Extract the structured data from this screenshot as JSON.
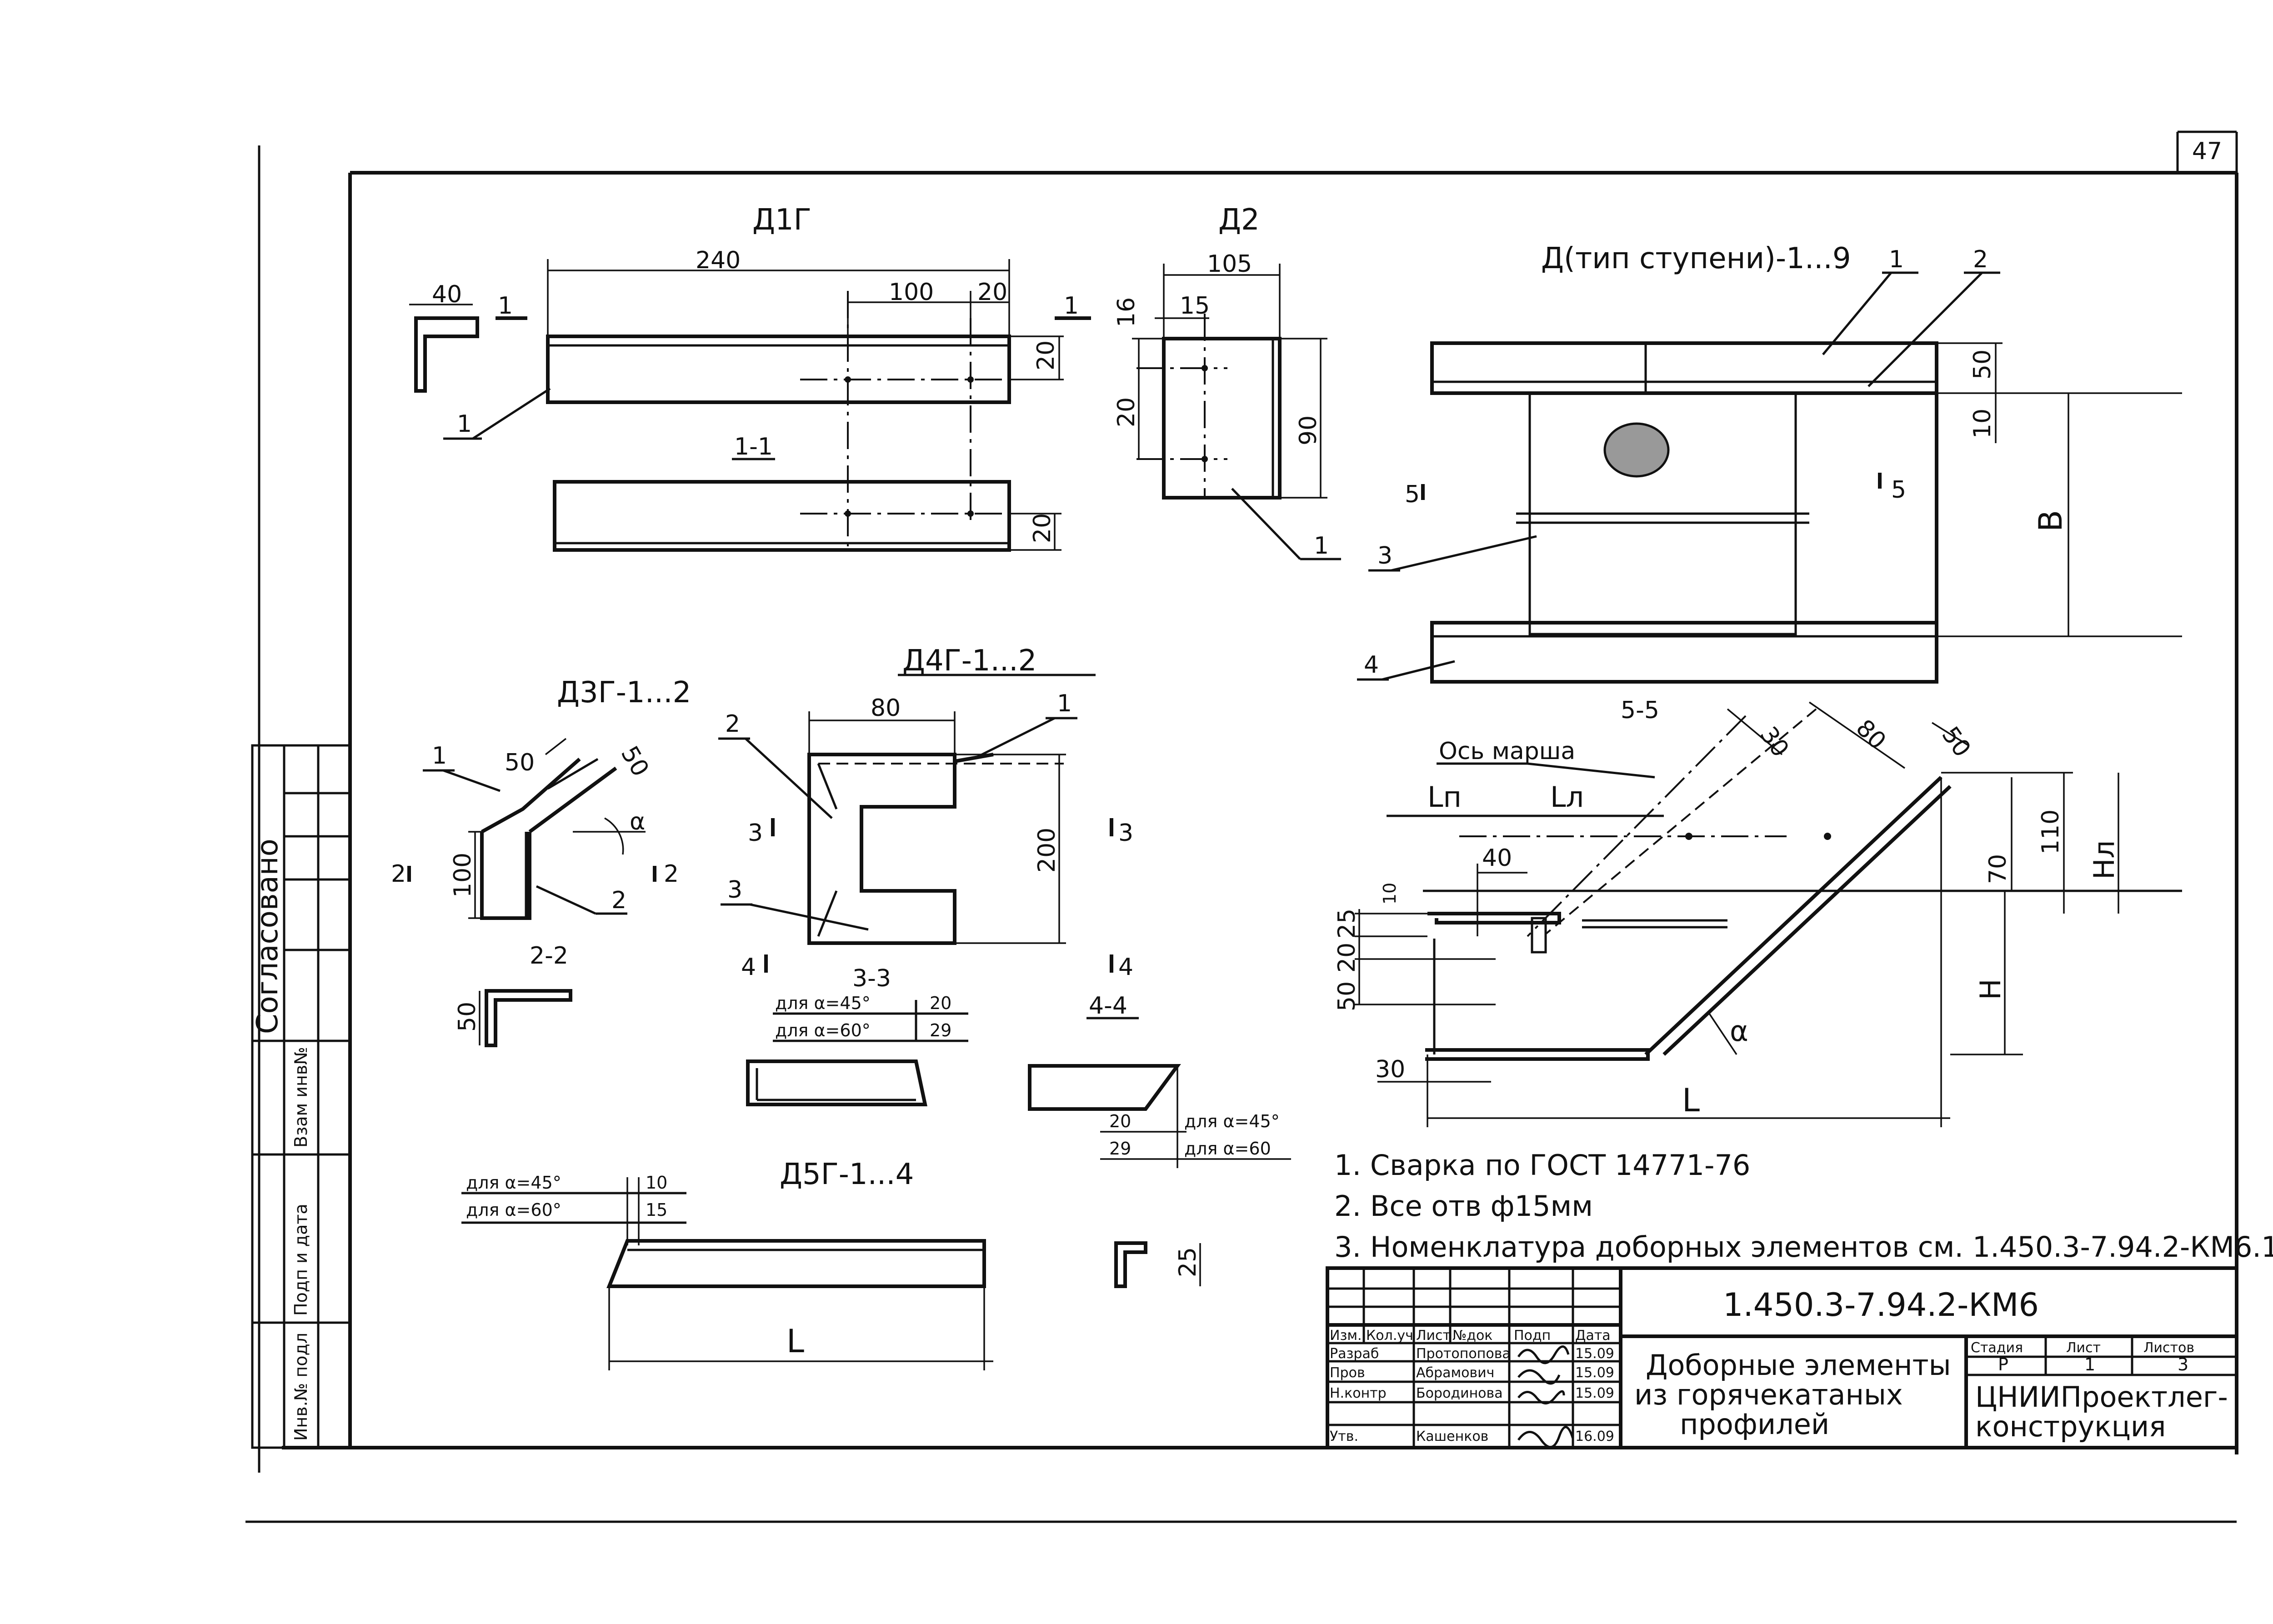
{
  "sheet": {
    "page_number": "47",
    "approval_label": "Согласовано",
    "side_fields": [
      "Инв.№ подл",
      "Подп и дата",
      "Взам инв№"
    ]
  },
  "d1g": {
    "title": "Д1Г",
    "dims": [
      "240",
      "40",
      "100",
      "20",
      "20",
      "20"
    ],
    "section_marks": [
      "1",
      "1"
    ],
    "section_label": "1-1",
    "callout": "1"
  },
  "d2": {
    "title": "Д2",
    "dims": [
      "105",
      "15",
      "16",
      "20",
      "90"
    ],
    "callout": "1"
  },
  "dstep": {
    "title": "Д(тип ступени)-1...9",
    "callouts": [
      "1",
      "2",
      "3",
      "4"
    ],
    "dims": [
      "50",
      "10",
      "B"
    ],
    "section_marks": [
      "5",
      "5"
    ],
    "section_label": "5-5"
  },
  "d3g": {
    "title": "Д3Г-1...2",
    "dims": [
      "50",
      "50",
      "100",
      "50"
    ],
    "alpha": "α",
    "callouts": [
      "1",
      "2"
    ],
    "section_marks": [
      "2",
      "2"
    ],
    "section_label": "2-2"
  },
  "d4g": {
    "title": "Д4Г-1...2",
    "dims": [
      "80",
      "200"
    ],
    "callouts": [
      "1",
      "2",
      "3"
    ],
    "section_marks": [
      "3",
      "3",
      "4",
      "4"
    ],
    "section_labels": [
      "3-3",
      "4-4"
    ],
    "table_33": [
      [
        "для α=45°",
        "20"
      ],
      [
        "для α=60°",
        "29"
      ]
    ],
    "table_44": [
      [
        "20",
        "для α=45°"
      ],
      [
        "29",
        "для α=60"
      ]
    ]
  },
  "d5g": {
    "title": "Д5Г-1...4",
    "table": [
      [
        "для α=45°",
        "10"
      ],
      [
        "для α=60°",
        "15"
      ]
    ],
    "dims": [
      "L",
      "25"
    ]
  },
  "section55": {
    "axis_label": "Ось марша",
    "dims": [
      "Lп",
      "Lл",
      "40",
      "30",
      "80",
      "50",
      "10",
      "25",
      "20",
      "50",
      "30",
      "70",
      "110",
      "Hл",
      "H",
      "L"
    ],
    "alpha": "α"
  },
  "notes": [
    "1. Сварка по ГОСТ 14771-76",
    "2. Все отв ф15мм",
    "3. Номенклатура доборных элементов см. 1.450.3-7.94.2-КМ6.1"
  ],
  "title_block": {
    "code": "1.450.3-7.94.2-КМ6",
    "headers": [
      "Изм.",
      "Кол.уч",
      "Лист",
      "№док",
      "Подп",
      "Дата"
    ],
    "roles": [
      {
        "role": "Разраб",
        "name": "Протопопова",
        "date": "15.09"
      },
      {
        "role": "Пров",
        "name": "Абрамович",
        "date": "15.09"
      },
      {
        "role": "Н.контр",
        "name": "Бородинова",
        "date": "15.09"
      },
      {
        "role": "Утв.",
        "name": "Кашенков",
        "date": "16.09"
      }
    ],
    "description": [
      "Доборные элементы",
      "из горячекатаных",
      "профилей"
    ],
    "stage_headers": [
      "Стадия",
      "Лист",
      "Листов"
    ],
    "stage_values": [
      "Р",
      "1",
      "3"
    ],
    "organization": [
      "ЦНИИПроектлег-",
      "конструкция"
    ]
  }
}
